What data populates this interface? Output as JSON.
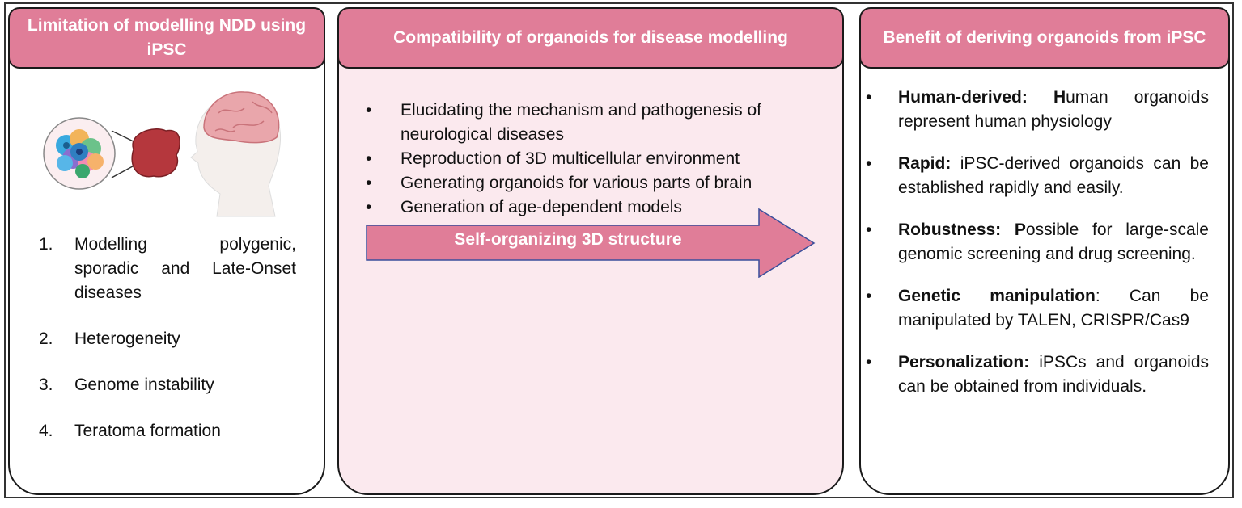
{
  "left": {
    "header": "Limitation of modelling NDD using iPSC",
    "items": [
      {
        "num": "1.",
        "text": "Modelling polygenic, sporadic and Late-Onset diseases"
      },
      {
        "num": "2.",
        "text": "Heterogeneity"
      },
      {
        "num": "3.",
        "text": "Genome instability"
      },
      {
        "num": "4.",
        "text": "Teratoma formation"
      }
    ]
  },
  "middle": {
    "header": "Compatibility of organoids for disease modelling",
    "bullet": "•",
    "items": [
      "Elucidating the mechanism and pathogenesis of neurological diseases",
      "Reproduction of 3D multicellular environment",
      "Generating organoids for various parts of brain",
      "Generation of age-dependent models"
    ],
    "arrow_label": "Self-organizing 3D structure"
  },
  "right": {
    "header": "Benefit of  deriving organoids from iPSC",
    "bullet": "•",
    "items": [
      {
        "bold": "Human-derived: H",
        "text": "uman organoids represent human physiology"
      },
      {
        "bold": "Rapid:",
        "text": " iPSC-derived organoids can be established rapidly and easily."
      },
      {
        "bold": "Robustness: P",
        "text": "ossible for large-scale genomic screening and drug screening."
      },
      {
        "bold": "Genetic manipulation",
        "text": ": Can be manipulated by TALEN, CRISPR/Cas9"
      },
      {
        "bold": "Personalization:",
        "text": " iPSCs and organoids can be obtained from individuals."
      }
    ]
  },
  "colors": {
    "header_fill": "#e07d98",
    "middle_fill": "#fbe9ee",
    "arrow_fill": "#e07d98",
    "arrow_stroke": "#3b4f9c"
  },
  "icons": [
    "cell-cluster-icon",
    "organoid-icon",
    "human-head-brain-icon"
  ]
}
